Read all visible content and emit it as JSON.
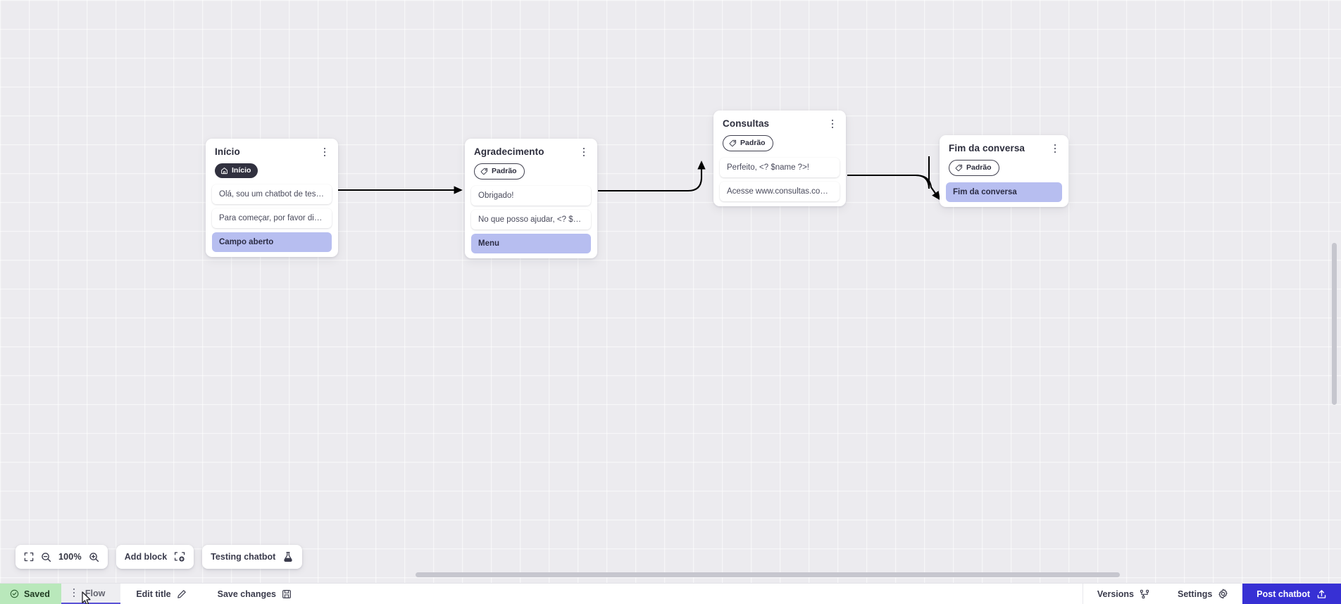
{
  "canvas": {
    "zoom_level": "100%",
    "grid": "dotted-grid"
  },
  "nodes": [
    {
      "title": "Início",
      "badge": {
        "label": "Início",
        "style": "dark",
        "icon": "home-icon"
      },
      "rows": [
        {
          "text": "Olá, sou um chatbot de teste!",
          "accent": false
        },
        {
          "text": "Para começar, por favor digite o ...",
          "accent": false
        },
        {
          "text": "Campo aberto",
          "accent": true
        }
      ]
    },
    {
      "title": "Agradecimento",
      "badge": {
        "label": "Padrão",
        "style": "outline",
        "icon": "tag-icon"
      },
      "rows": [
        {
          "text": "Obrigado!",
          "accent": false
        },
        {
          "text": "No que posso ajudar, <? $name ...",
          "accent": false
        },
        {
          "text": "Menu",
          "accent": true
        }
      ]
    },
    {
      "title": "Consultas",
      "badge": {
        "label": "Padrão",
        "style": "outline",
        "icon": "tag-icon"
      },
      "rows": [
        {
          "text": "Perfeito, <? $name ?>!",
          "accent": false
        },
        {
          "text": "Acesse www.consultas.com par...",
          "accent": false
        }
      ]
    },
    {
      "title": "Fim da conversa",
      "badge": {
        "label": "Padrão",
        "style": "outline",
        "icon": "tag-icon"
      },
      "rows": [
        {
          "text": "Fim da conversa",
          "accent": true
        }
      ]
    }
  ],
  "toolbar": {
    "fit_icon": "fit-screen-icon",
    "zoom_out_icon": "zoom-out-icon",
    "zoom_level": "100%",
    "zoom_in_icon": "zoom-in-icon",
    "add_block_label": "Add block",
    "add_block_icon": "add-block-icon",
    "testing_label": "Testing chatbot",
    "testing_icon": "flask-icon"
  },
  "bottom_bar": {
    "saved_label": "Saved",
    "saved_icon": "check-circle-icon",
    "flow_tab_label": "Flow",
    "flow_tab_kebab_icon": "kebab-icon",
    "edit_title_label": "Edit title",
    "edit_title_icon": "pencil-icon",
    "save_changes_label": "Save changes",
    "save_changes_icon": "floppy-disk-icon",
    "versions_label": "Versions",
    "versions_icon": "branch-icon",
    "settings_label": "Settings",
    "settings_icon": "gear-icon",
    "post_label": "Post chatbot",
    "post_icon": "upload-icon"
  },
  "colors": {
    "canvas_bg": "#ecebef",
    "accent_row": "#b7bef0",
    "badge_dark": "#31313f",
    "saved_green": "#b9e8bb",
    "post_blue": "#3730d4",
    "tab_underline": "#5b53d6",
    "edge_stroke": "#000000"
  }
}
